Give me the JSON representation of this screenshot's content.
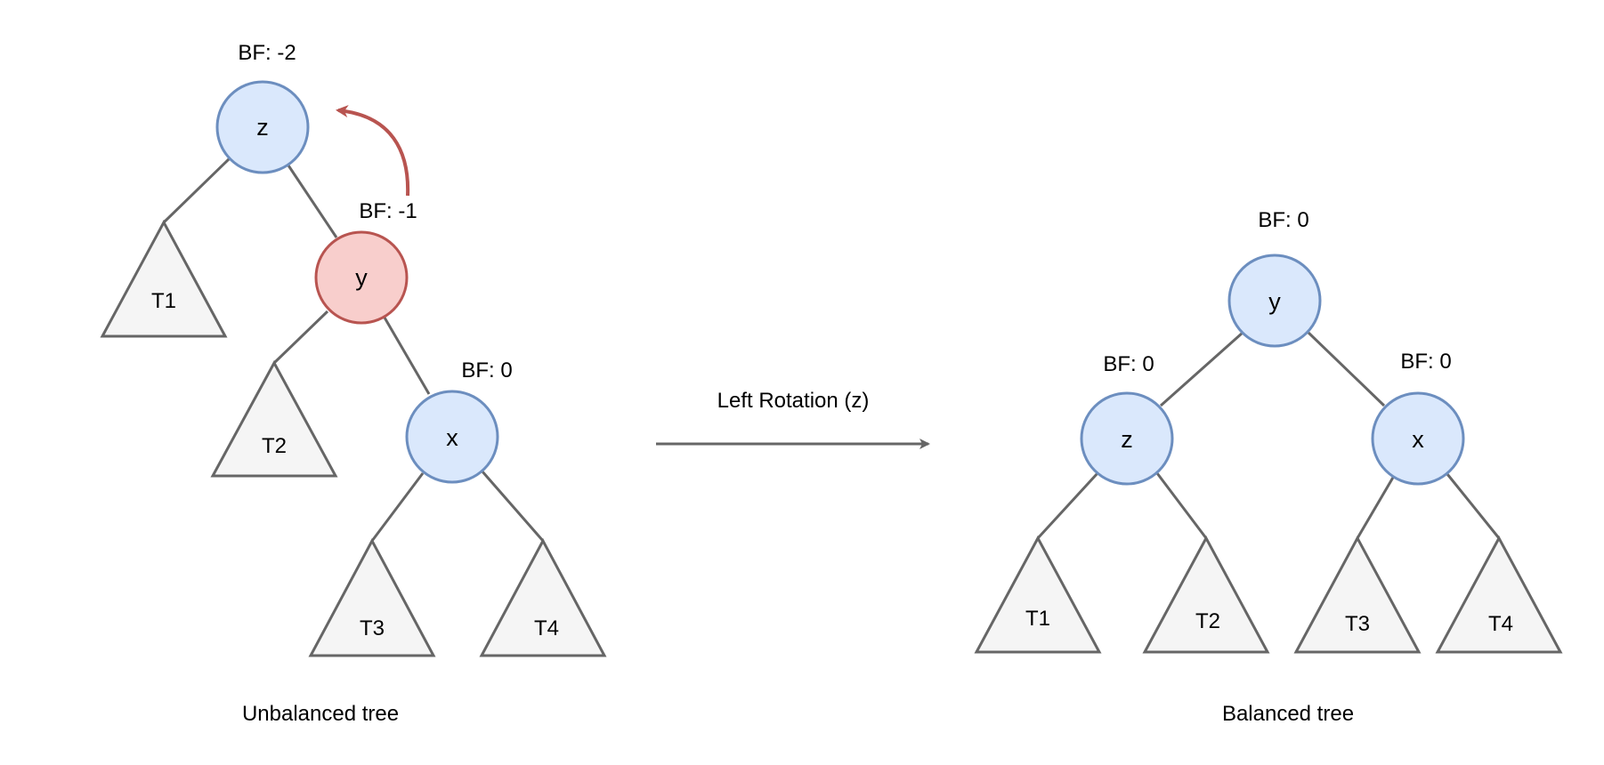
{
  "colors": {
    "node_fill": "#dae8fc",
    "node_stroke": "#6c8ebf",
    "pivot_fill": "#f8cecc",
    "pivot_stroke": "#b85450",
    "rotation_arrow": "#b85450",
    "edge": "#666666",
    "subtree_fill": "#f5f5f5"
  },
  "unbalanced": {
    "caption": "Unbalanced tree",
    "nodes": {
      "z": {
        "label": "z",
        "bf": "BF: -2"
      },
      "y": {
        "label": "y",
        "bf": "BF: -1"
      },
      "x": {
        "label": "x",
        "bf": "BF: 0"
      }
    },
    "subtrees": [
      "T1",
      "T2",
      "T3",
      "T4"
    ]
  },
  "transition": {
    "label": "Left Rotation (z)"
  },
  "balanced": {
    "caption": "Balanced tree",
    "nodes": {
      "y": {
        "label": "y",
        "bf": "BF: 0"
      },
      "z": {
        "label": "z",
        "bf": "BF: 0"
      },
      "x": {
        "label": "x",
        "bf": "BF: 0"
      }
    },
    "subtrees": [
      "T1",
      "T2",
      "T3",
      "T4"
    ]
  }
}
